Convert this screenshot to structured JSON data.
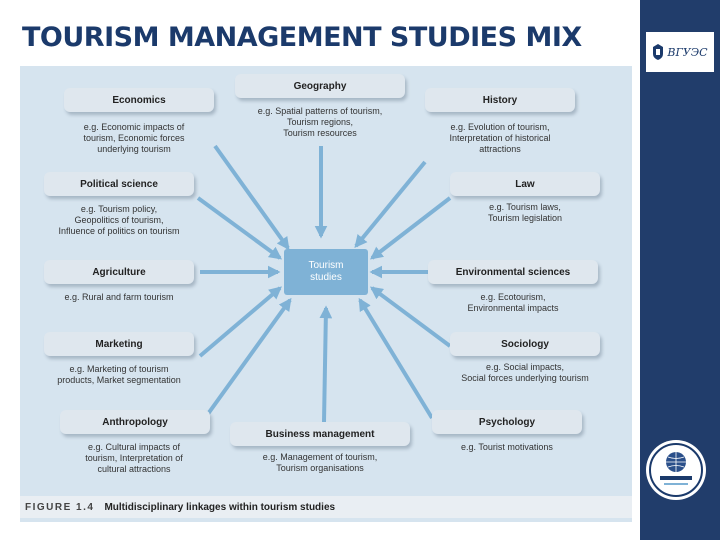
{
  "slide": {
    "title": "TOURISM MANAGEMENT STUDIES MIX",
    "brand": "ВГУЭС",
    "colors": {
      "title": "#1b3a6b",
      "sidebar": "#213d6b",
      "figure_bg": "#d6e4ef",
      "center_box": "#7fb2d6"
    }
  },
  "figure": {
    "center": {
      "line1": "Tourism",
      "line2": "studies"
    },
    "disciplines": {
      "economics": {
        "label": "Economics",
        "desc": [
          "e.g. Economic impacts of",
          "tourism, Economic forces",
          "underlying tourism"
        ]
      },
      "geography": {
        "label": "Geography",
        "desc": [
          "e.g. Spatial patterns of tourism,",
          "Tourism regions,",
          "Tourism resources"
        ]
      },
      "history": {
        "label": "History",
        "desc": [
          "e.g. Evolution of tourism,",
          "Interpretation of historical",
          "attractions"
        ]
      },
      "political": {
        "label": "Political science",
        "desc": [
          "e.g. Tourism policy,",
          "Geopolitics of tourism,",
          "Influence of politics on tourism"
        ]
      },
      "law": {
        "label": "Law",
        "desc": [
          "e.g. Tourism laws,",
          "Tourism legislation"
        ]
      },
      "agriculture": {
        "label": "Agriculture",
        "desc": [
          "e.g. Rural and farm tourism"
        ]
      },
      "environmental": {
        "label": "Environmental sciences",
        "desc": [
          "e.g. Ecotourism,",
          "Environmental impacts"
        ]
      },
      "marketing": {
        "label": "Marketing",
        "desc": [
          "e.g. Marketing of tourism",
          "products, Market segmentation"
        ]
      },
      "sociology": {
        "label": "Sociology",
        "desc": [
          "e.g. Social impacts,",
          "Social forces underlying tourism"
        ]
      },
      "anthropology": {
        "label": "Anthropology",
        "desc": [
          "e.g. Cultural impacts of",
          "tourism, Interpretation of",
          "cultural attractions"
        ]
      },
      "business": {
        "label": "Business management",
        "desc": [
          "e.g. Management of tourism,",
          "Tourism organisations"
        ]
      },
      "psychology": {
        "label": "Psychology",
        "desc": [
          "e.g. Tourist motivations"
        ]
      }
    },
    "caption": {
      "label": "FIGURE 1.4",
      "text": "Multidisciplinary linkages within tourism studies"
    }
  }
}
